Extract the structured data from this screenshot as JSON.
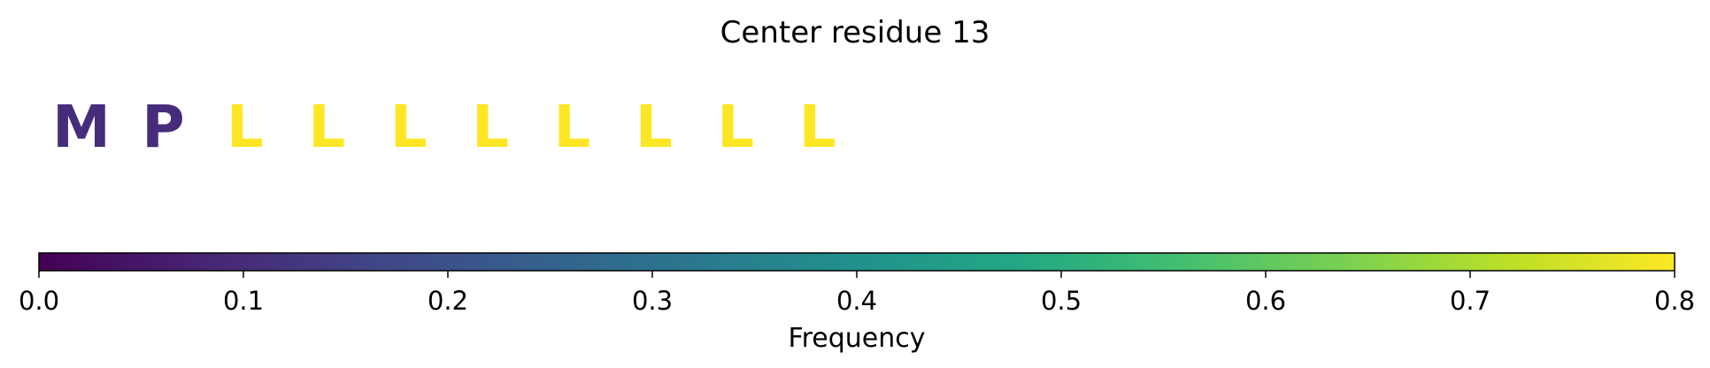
{
  "chart_data": {
    "type": "heatmap",
    "title": "Center residue 13",
    "residues": [
      {
        "letter": "M",
        "frequency": 0.1
      },
      {
        "letter": "P",
        "frequency": 0.1
      },
      {
        "letter": "L",
        "frequency": 0.8
      },
      {
        "letter": "L",
        "frequency": 0.8
      },
      {
        "letter": "L",
        "frequency": 0.8
      },
      {
        "letter": "L",
        "frequency": 0.8
      },
      {
        "letter": "L",
        "frequency": 0.8
      },
      {
        "letter": "L",
        "frequency": 0.8
      },
      {
        "letter": "L",
        "frequency": 0.8
      },
      {
        "letter": "L",
        "frequency": 0.8
      }
    ],
    "colorbar": {
      "label": "Frequency",
      "colormap": "viridis",
      "range": [
        0.0,
        0.8
      ],
      "ticks": [
        0.0,
        0.1,
        0.2,
        0.3,
        0.4,
        0.5,
        0.6,
        0.7,
        0.8
      ],
      "tick_labels": [
        "0.0",
        "0.1",
        "0.2",
        "0.3",
        "0.4",
        "0.5",
        "0.6",
        "0.7",
        "0.8"
      ]
    }
  }
}
